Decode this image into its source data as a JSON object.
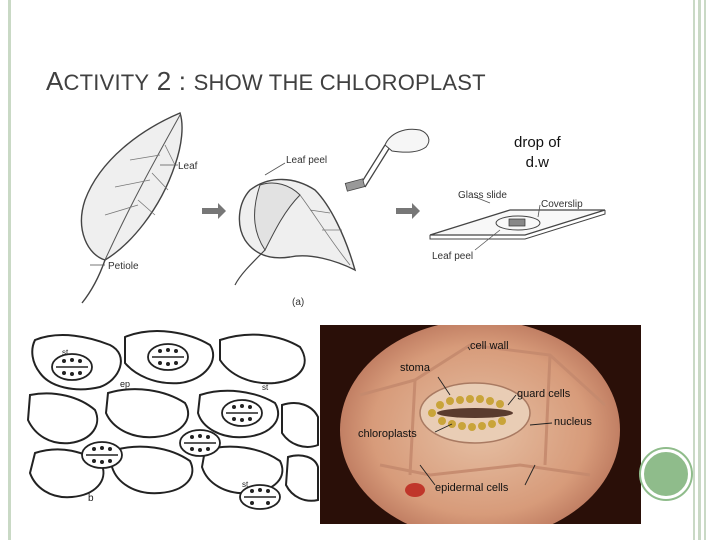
{
  "slide": {
    "title_first_letter": "A",
    "title_rest_1": "CTIVITY",
    "title_number": " 2 : ",
    "title_rest_2": "SHOW THE CHLOROPLAST",
    "note_line1": "drop of",
    "note_line2": "d.w"
  },
  "diagram_a": {
    "label_leaf": "Leaf",
    "label_petiole": "Petiole",
    "label_leaf_peel": "Leaf peel",
    "label_glass_slide": "Glass slide",
    "label_coverslip": "Coverslip",
    "label_leaf_peel_2": "Leaf peel",
    "caption": "(a)"
  },
  "drawing": {
    "label_ep": "ep",
    "label_st1": "st",
    "label_st2": "st",
    "label_st3": "st",
    "label_b": "b"
  },
  "micrograph": {
    "label_cell_wall": "cell wall",
    "label_stoma": "stoma",
    "label_guard_cells": "guard cells",
    "label_nucleus": "nucleus",
    "label_chloroplasts": "chloroplasts",
    "label_epidermal": "epidermal cells"
  },
  "colors": {
    "frame": "#c9d9c5",
    "accent_circle": "#8fbc8b",
    "micrograph_bg": "#2a0f08"
  }
}
